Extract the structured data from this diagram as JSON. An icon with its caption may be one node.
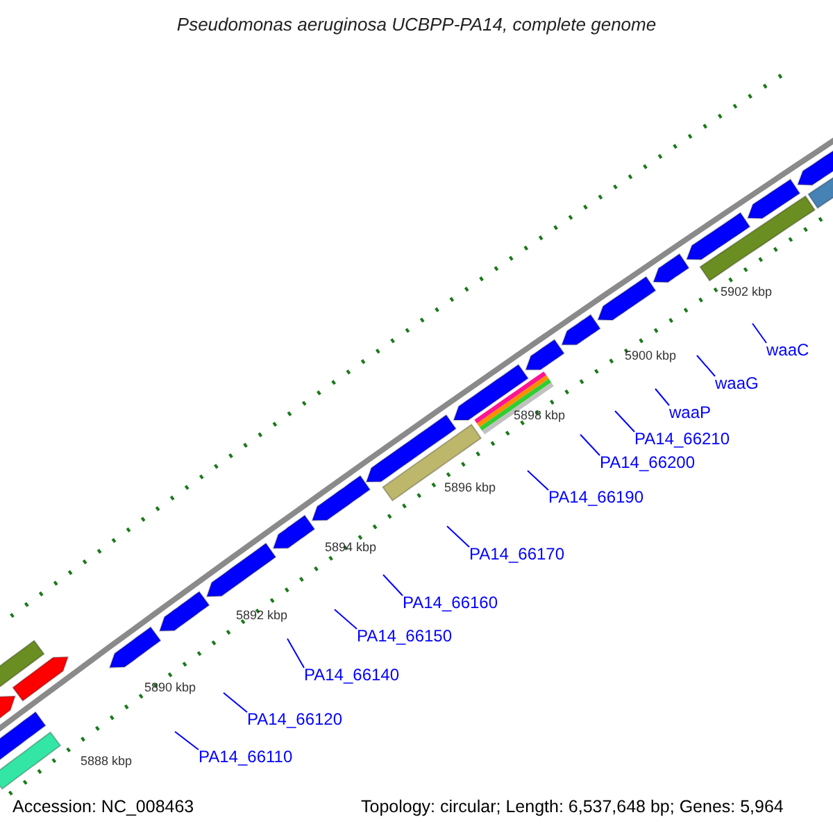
{
  "diagram": {
    "title": "Pseudomonas aeruginosa UCBPP-PA14, complete genome",
    "nodes": [
      {
        "text": [
          "waaC"
        ]
      },
      {
        "text": [
          "waaG"
        ]
      },
      {
        "text": [
          "waaP"
        ]
      },
      {
        "text": [
          "PA14_66210"
        ]
      },
      {
        "text": [
          "PA14_66200"
        ]
      },
      {
        "text": [
          "PA14_66190"
        ]
      },
      {
        "text": [
          "PA14_66170"
        ]
      },
      {
        "text": [
          "PA14_66160"
        ]
      },
      {
        "text": [
          "PA14_66150"
        ]
      },
      {
        "text": [
          "PA14_66140"
        ]
      },
      {
        "text": [
          "PA14_66120"
        ]
      },
      {
        "text": [
          "PA14_66110"
        ]
      }
    ],
    "edges": [
      {
        "from": 0,
        "to": null,
        "arrow": "none"
      },
      {
        "from": 1,
        "to": null,
        "arrow": "none"
      },
      {
        "from": 2,
        "to": null,
        "arrow": "none"
      },
      {
        "from": 3,
        "to": null,
        "arrow": "none"
      },
      {
        "from": 4,
        "to": null,
        "arrow": "none"
      },
      {
        "from": 5,
        "to": null,
        "arrow": "none"
      },
      {
        "from": 6,
        "to": null,
        "arrow": "none"
      },
      {
        "from": 7,
        "to": null,
        "arrow": "none"
      },
      {
        "from": 8,
        "to": null,
        "arrow": "none"
      },
      {
        "from": 9,
        "to": null,
        "arrow": "none"
      },
      {
        "from": 10,
        "to": null,
        "arrow": "none"
      },
      {
        "from": 11,
        "to": null,
        "arrow": "none"
      }
    ],
    "labels": [
      "5902 kbp",
      "5900 kbp",
      "5898 kbp",
      "5896 kbp",
      "5894 kbp",
      "5892 kbp",
      "5890 kbp",
      "5888 kbp",
      "Accession: NC_008463",
      "Topology: circular; Length: 6,537,648 bp; Genes: 5,964"
    ]
  }
}
